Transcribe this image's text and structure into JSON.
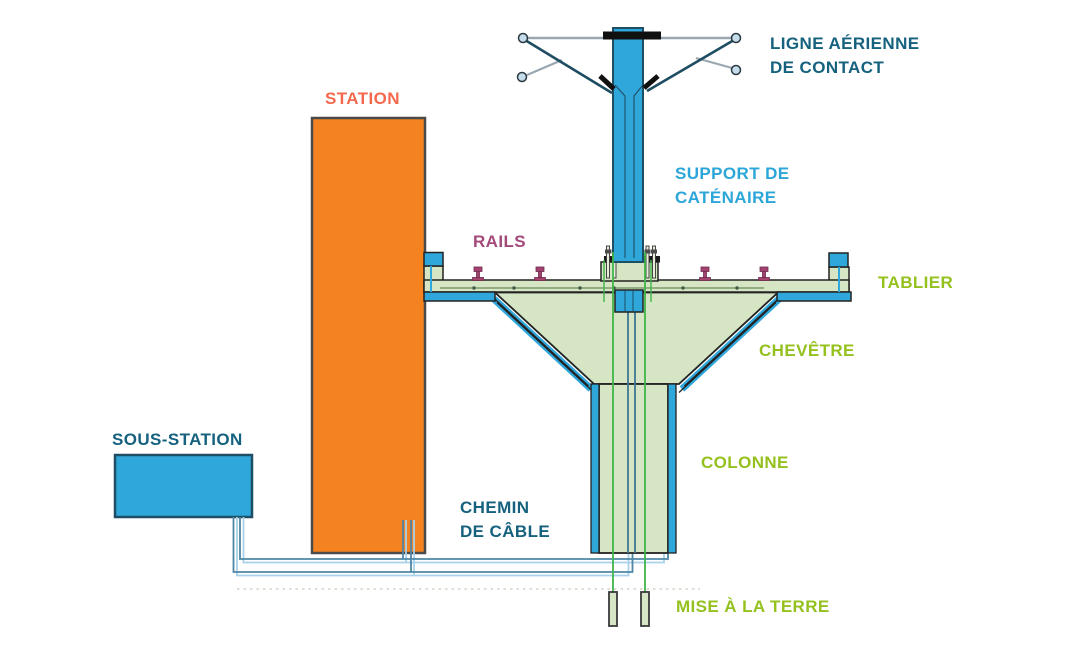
{
  "labels": {
    "ligne_aerienne": {
      "text": "LIGNE AÉRIENNE\nDE CONTACT",
      "color": "#15617E"
    },
    "station": {
      "text": "STATION",
      "color": "#F4694E"
    },
    "support_catenaire": {
      "text": "SUPPORT DE\nCATÉNAIRE",
      "color": "#2BA6D8"
    },
    "rails": {
      "text": "RAILS",
      "color": "#A34A7B"
    },
    "tablier": {
      "text": "TABLIER",
      "color": "#95C11F"
    },
    "chevetre": {
      "text": "CHEVÊTRE",
      "color": "#95C11F"
    },
    "sous_station": {
      "text": "SOUS-STATION",
      "color": "#15617E"
    },
    "colonne": {
      "text": "COLONNE",
      "color": "#95C11F"
    },
    "chemin_de_cable": {
      "text": "CHEMIN\nDE CÂBLE",
      "color": "#15617E"
    },
    "mise_a_la_terre": {
      "text": "MISE À LA TERRE",
      "color": "#95C11F"
    }
  },
  "colors": {
    "station_fill": "#F58220",
    "structure_blue": "#30A7DB",
    "concrete_green": "#D6E6C4",
    "ground_wire_green": "#3FB54A",
    "cable_dark": "#4E86A6",
    "cable_light": "#A9D2EA",
    "rail_purple": "#A3416F",
    "mast_outline": "#1D4E63",
    "outline_dark": "#222222"
  }
}
